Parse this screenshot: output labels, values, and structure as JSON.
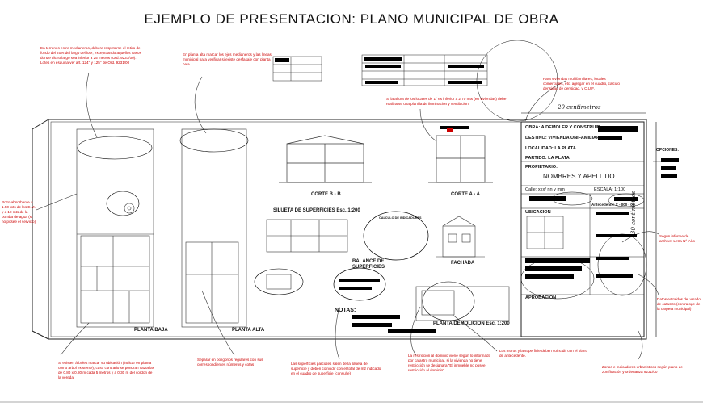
{
  "title": "EJEMPLO DE PRESENTACION:  PLANO MUNICIPAL DE OBRA",
  "drawing_labels": {
    "planta_baja": "PLANTA BAJA",
    "planta_alta": "PLANTA ALTA",
    "corte_bb": "CORTE B - B",
    "corte_aa": "CORTE A - A",
    "silueta": "SILUETA DE SUPERFICIES Esc. 1:200",
    "balance": "BALANCE DE SUPERFICIES",
    "fachada": "FACHADA",
    "planta_demolicion": "PLANTA DEMOLICION Esc. 1:200",
    "notas": "NOTAS:",
    "calculo": "CALCULO DE INDICADORES"
  },
  "title_block": {
    "obra": "OBRA:  A DEMOLER  Y CONSTRUIR",
    "destino": "DESTINO:  VIVIENDA UNIFAMILIAR",
    "localidad": "LOCALIDAD:  LA PLATA",
    "partido": "PARTIDO:  LA PLATA",
    "propietario": "PROPIETARIO:",
    "nombres": "NOMBRES Y APELLIDO",
    "calle": "Calle: xxx/ nn y mm",
    "escala": "ESCALA: 1:100",
    "antecedente": "Antecedente:  X - 000 - 00",
    "ubicacion": "UBICACION",
    "aprobacion": "APROBACION",
    "opciones": "OPCIONES:"
  },
  "dimensions": {
    "horizontal": "20 centimetros",
    "vertical": "30 centimetros"
  },
  "annotations": {
    "top_left": "En terrenos entre medianeras, debera respetarse el retiro de fondo del 20% del largo del lote, exceptuando aquellos casos donde dicho largo sea inferior a 25 metros (Ord. 9231/00). Lotes en esquina ver art. 124° y 125° de Ord. 9231/00",
    "top_mid": "En planta alta marcar los ejes medianeros y las lineas municipal para verificar si existe desfasaje con planta baja.",
    "top_right": "Para viviendas multifamiliares, locales comerciales, etc. agregar en el cuadro, calculo densidad de densidad, y C.U.F.",
    "mid_top": "Si la altura de los locales de 1° es inferior a 2.70 mts (en viviendas) debe realizarse una planilla de iluminacion y ventilacion.",
    "left_pozo": "Pozo absorbente a 1.50 mts de los E.M. y a 10 mts de la bomba de agua (si no posee el servicio)",
    "right_informe": "Según informe de archivo: Letra N°-Año",
    "right_datos": "Datos extraidos del visado de catastro (contraloge de la carpeta municipal)",
    "bottom_arboles": "Si existen árboles marcar su ubicación (indicar en planta como arbol existente), caso contrario se pondran cazuelas de 0.80 x 0.80 m cada 5 metros y a 0.30 m del cordon de la vereda",
    "bottom_poligonos": "Separar en polígonos regulares con sus correspondientes números y cotas",
    "bottom_superficies": "Las superficies parciales salen de la silueta de superficie y deben coincidir con el total de m2 indicado en el cuadro de superficie (consulte)",
    "bottom_restriccion": "La restricción al dominio viene según lo informado por catastro municipal, si la vivienda no tiene restricción se designara \"El inmueble no posee restricción al dominio\".",
    "bottom_muros": "Los muros y la superficie deben coincidir con el plano de antecedente.",
    "bottom_zonas": "Zonas e indicadores urbanisticos según plano de zonificación y ordenanza 9231/00"
  }
}
